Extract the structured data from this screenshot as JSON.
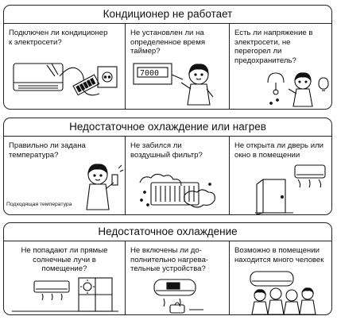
{
  "sections": [
    {
      "title": "Кондиционер не работает",
      "panels": [
        {
          "text": "Подключен ли кондиционер\nк электросети?"
        },
        {
          "text": "Не установлен ли на\nопределенное время\nтаймер?"
        },
        {
          "text": "Есть ли напряжение в\nэлектросети, не\nперегорел ли\nпредохранитель?"
        }
      ]
    },
    {
      "title": "Недостаточное охлаждение или нагрев",
      "panels": [
        {
          "text": "Правильно ли задана\nтемпература?",
          "note": "Подходящая температура"
        },
        {
          "text": "Не забился ли\nвоздушный фильтр?"
        },
        {
          "text": "Не открыта ли дверь или\nокно в помещении"
        }
      ]
    },
    {
      "title": "Недостаточное охлаждение",
      "panels": [
        {
          "text": "Не попадают ли прямые\nсолнечные лучи в\nпомещение?"
        },
        {
          "text": "Не включены ли до-\nполнительно нагрева-\nтельные устройства?"
        },
        {
          "text": "Возможно в помещении\nнаходится много человек"
        }
      ]
    }
  ]
}
